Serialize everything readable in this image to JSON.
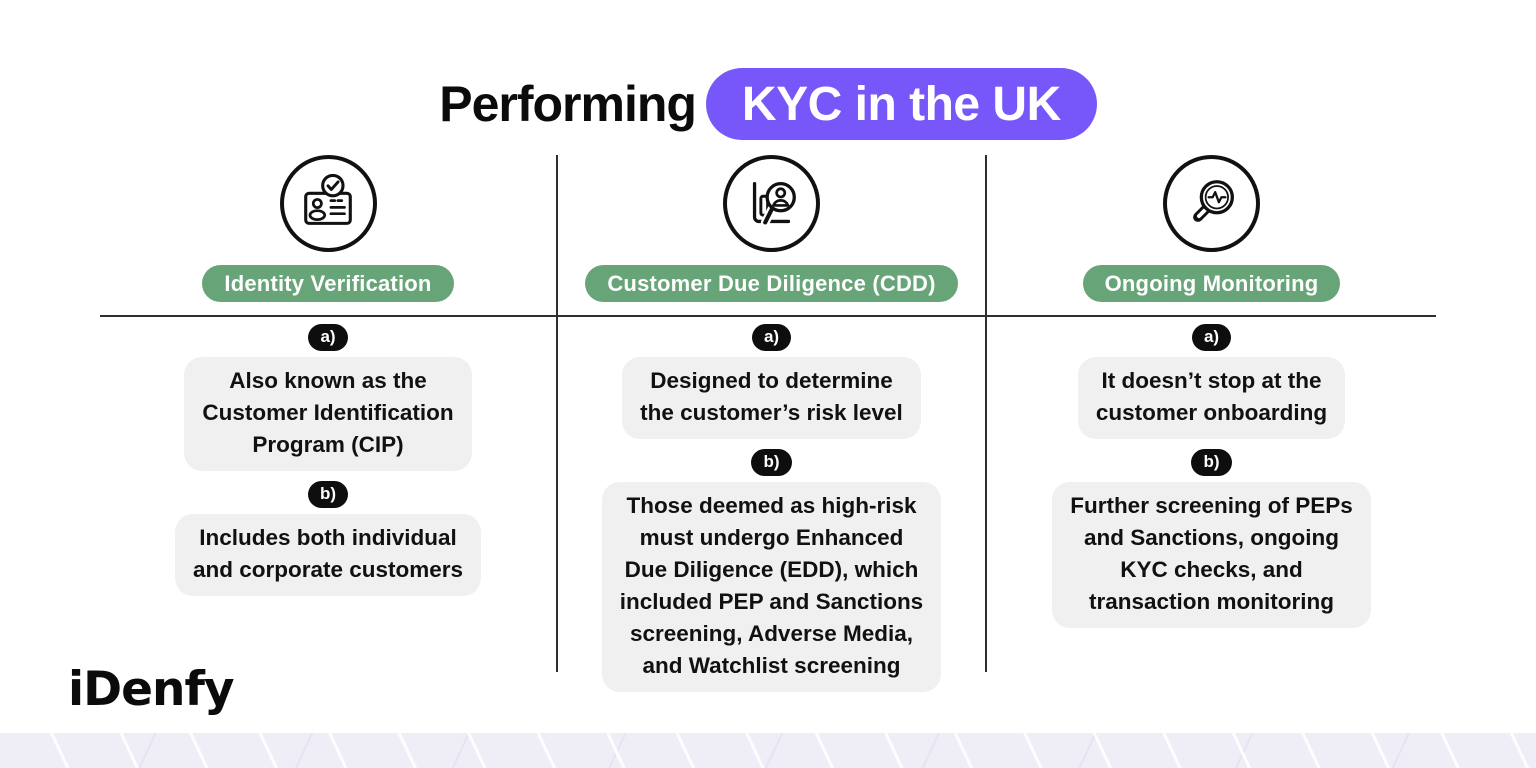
{
  "title": {
    "prefix": "Performing",
    "highlight": "KYC in the UK"
  },
  "colors": {
    "accent_purple": "#7857FA",
    "accent_green": "#67A578",
    "bubble_gray": "#F0F0F0",
    "badge_black": "#0E0E0E",
    "footer_band": "#EFEEF6",
    "line_dark": "#2E2E2E"
  },
  "columns": [
    {
      "icon": "id-card-check-icon",
      "label": "Identity Verification",
      "points": [
        {
          "marker": "a)",
          "text": "Also known as the\nCustomer Identification\nProgram (CIP)"
        },
        {
          "marker": "b)",
          "text": "Includes both individual\nand corporate customers"
        }
      ]
    },
    {
      "icon": "chart-magnifier-person-icon",
      "label": "Customer Due Diligence (CDD)",
      "points": [
        {
          "marker": "a)",
          "text": "Designed to determine\nthe customer’s risk level"
        },
        {
          "marker": "b)",
          "text": "Those deemed as high-risk\nmust undergo Enhanced\nDue Diligence (EDD), which\nincluded PEP and Sanctions\nscreening, Adverse Media,\nand Watchlist screening"
        }
      ]
    },
    {
      "icon": "pulse-magnifier-icon",
      "label": "Ongoing Monitoring",
      "points": [
        {
          "marker": "a)",
          "text": "It doesn’t stop at the\ncustomer onboarding"
        },
        {
          "marker": "b)",
          "text": "Further screening of PEPs\nand Sanctions, ongoing\nKYC checks, and\ntransaction monitoring"
        }
      ]
    }
  ],
  "brand": {
    "logo_text": "iDenfy"
  }
}
